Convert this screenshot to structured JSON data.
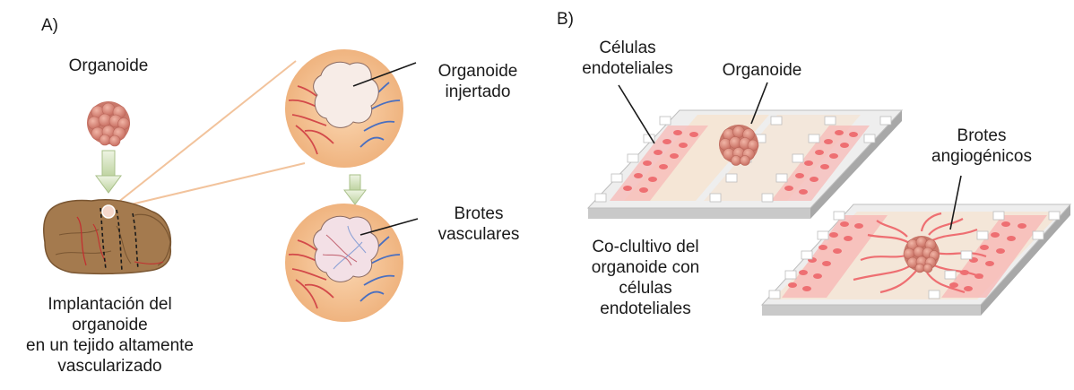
{
  "panel_a": {
    "letter": "A)",
    "organoid": "Organoide",
    "implant": [
      "Implantación del",
      "organoide",
      "en un tejido altamente",
      "vascularizado"
    ],
    "grafted": [
      "Organoide",
      "injertado"
    ],
    "sprouts": [
      "Brotes",
      "vasculares"
    ]
  },
  "panel_b": {
    "letter": "B)",
    "endothelial": [
      "Células",
      "endoteliales"
    ],
    "organoid": "Organoide",
    "angiogenic": [
      "Brotes",
      "angiogénicos"
    ],
    "coculture": [
      "Co-clultivo del",
      "organoide con",
      "células",
      "endoteliales"
    ]
  },
  "colors": {
    "organoid": "#d98a7c",
    "brain": "#a47a4e",
    "circle": "#f2be8c",
    "artery": "#d34a4a",
    "vein": "#4a6fc0",
    "arrow": "#cfe0b8",
    "chip_top": "#f2f2f2",
    "cells": "#ee6f72",
    "lines": "#f2c39c"
  }
}
